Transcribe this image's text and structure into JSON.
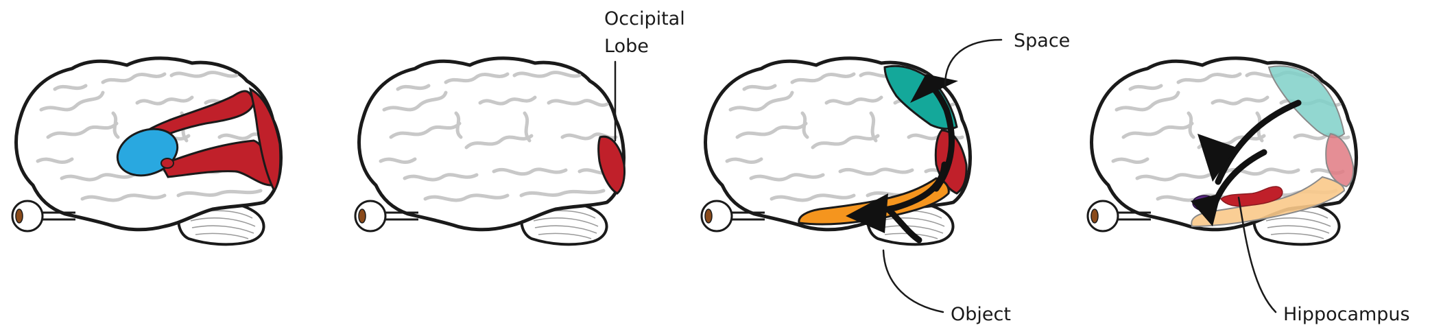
{
  "labels": {
    "occipital": [
      "Occipital",
      "Lobe"
    ],
    "space": "Space",
    "object": "Object",
    "hippocampus": "Hippocampus"
  },
  "colors": {
    "red": "#c0202a",
    "blue": "#29a8e0",
    "teal": "#14a89a",
    "orange": "#f5951e",
    "teal_faded": "#7fd0c8",
    "orange_faded": "#f9c98a",
    "red_faded": "#e07a82",
    "purple": "#5b2a86",
    "outline": "#1a1a1a",
    "gyri": "#c8c8c8"
  }
}
